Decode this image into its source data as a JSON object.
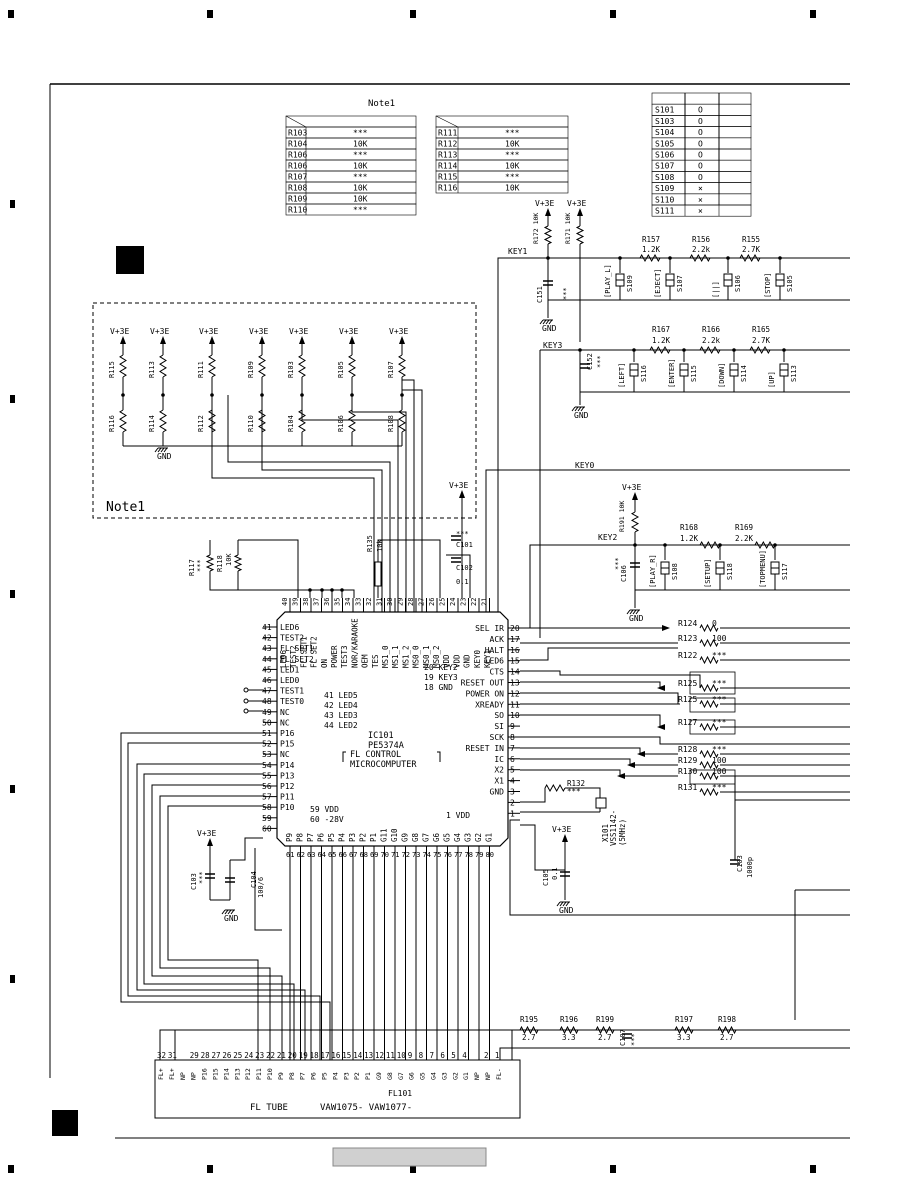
{
  "page": {
    "section_badge": "",
    "footer_badge": "",
    "note_label": "Note1"
  },
  "note_table_left": {
    "title": "Note1",
    "rows": [
      {
        "ref": "R103",
        "val": "***"
      },
      {
        "ref": "R104",
        "val": "10K"
      },
      {
        "ref": "R106",
        "val": "***"
      },
      {
        "ref": "R106",
        "val": "10K"
      },
      {
        "ref": "R107",
        "val": "***"
      },
      {
        "ref": "R108",
        "val": "10K"
      },
      {
        "ref": "R109",
        "val": "10K"
      },
      {
        "ref": "R110",
        "val": "***"
      }
    ]
  },
  "note_table_mid": {
    "rows": [
      {
        "ref": "R111",
        "val": "***"
      },
      {
        "ref": "R112",
        "val": "10K"
      },
      {
        "ref": "R113",
        "val": "***"
      },
      {
        "ref": "R114",
        "val": "10K"
      },
      {
        "ref": "R115",
        "val": "***"
      },
      {
        "ref": "R116",
        "val": "10K"
      }
    ]
  },
  "switch_table": {
    "rows": [
      {
        "sw": "S101",
        "mark": "O"
      },
      {
        "sw": "S103",
        "mark": "O"
      },
      {
        "sw": "S104",
        "mark": "O"
      },
      {
        "sw": "S105",
        "mark": "O"
      },
      {
        "sw": "S106",
        "mark": "O"
      },
      {
        "sw": "S107",
        "mark": "O"
      },
      {
        "sw": "S108",
        "mark": "O"
      },
      {
        "sw": "S109",
        "mark": "×"
      },
      {
        "sw": "S110",
        "mark": "×"
      },
      {
        "sw": "S111",
        "mark": "×"
      }
    ]
  },
  "power": {
    "vcc": "V+3E",
    "gnd": "GND"
  },
  "nets": {
    "key0": "KEY0",
    "key1": "KEY1",
    "key2": "KEY2",
    "key3": "KEY3"
  },
  "key_row1": {
    "resistors": [
      {
        "ref": "R157",
        "val": "1.2K"
      },
      {
        "ref": "R156",
        "val": "2.2k"
      },
      {
        "ref": "R155",
        "val": "2.7K"
      }
    ],
    "switches": [
      {
        "label": "[PLAY_L]",
        "ref": "S109"
      },
      {
        "label": "[EJECT]",
        "ref": "S107"
      },
      {
        "label": "[||]",
        "ref": "S106"
      },
      {
        "label": "[STOP]",
        "ref": "S105"
      }
    ],
    "cap": {
      "ref": "C151",
      "val": "***"
    },
    "pullups": [
      {
        "ref": "R172",
        "val": "10K"
      },
      {
        "ref": "R171",
        "val": "10K"
      }
    ]
  },
  "key_row2": {
    "resistors": [
      {
        "ref": "R167",
        "val": "1.2K"
      },
      {
        "ref": "R166",
        "val": "2.2k"
      },
      {
        "ref": "R165",
        "val": "2.7K"
      }
    ],
    "switches": [
      {
        "label": "[LEFT]",
        "ref": "S116"
      },
      {
        "label": "[ENTER]",
        "ref": "S115"
      },
      {
        "label": "[DOWN]",
        "ref": "S114"
      },
      {
        "label": "[UP]",
        "ref": "S113"
      }
    ],
    "cap": {
      "ref": "C152",
      "val": "***"
    }
  },
  "key_row3": {
    "resistors": [
      {
        "ref": "R168",
        "val": "1.2K"
      },
      {
        "ref": "R169",
        "val": "2.2K"
      }
    ],
    "switches": [
      {
        "label": "[PLAY_R]",
        "ref": "S108"
      },
      {
        "label": "[SETUP]",
        "ref": "S118"
      },
      {
        "label": "[TOPMENU]",
        "ref": "S117"
      }
    ],
    "cap": {
      "ref": "C106",
      "val": "***"
    },
    "pullup": {
      "ref": "R191",
      "val": "10K"
    }
  },
  "note1_resistors": {
    "top": [
      "R115",
      "R113",
      "R111",
      "R109",
      "R103",
      "R105",
      "R107"
    ],
    "bottom": [
      "R116",
      "R114",
      "R112",
      "R110",
      "R104",
      "R106",
      "R108"
    ]
  },
  "ic": {
    "ref": "IC101",
    "part": "PE5374A",
    "title1": "FL CONTROL",
    "title2": "MICROCOMPUTER",
    "left_pins": [
      {
        "n": "41",
        "name": "LED6"
      },
      {
        "n": "42",
        "name": "TEST2"
      },
      {
        "n": "43",
        "name": "FL SET1"
      },
      {
        "n": "44",
        "name": "FL SET2"
      },
      {
        "n": "45",
        "name": "LED1"
      },
      {
        "n": "46",
        "name": "LED0"
      },
      {
        "n": "47",
        "name": "TEST1"
      },
      {
        "n": "48",
        "name": "TEST0"
      },
      {
        "n": "49",
        "name": "NC"
      },
      {
        "n": "50",
        "name": "NC"
      },
      {
        "n": "51",
        "name": "P16"
      },
      {
        "n": "52",
        "name": "P15"
      },
      {
        "n": "53",
        "name": "NC"
      },
      {
        "n": "54",
        "name": "P14"
      },
      {
        "n": "55",
        "name": "P13"
      },
      {
        "n": "56",
        "name": "P12"
      },
      {
        "n": "57",
        "name": "P11"
      },
      {
        "n": "58",
        "name": "P10"
      },
      {
        "n": "59",
        "name": ""
      },
      {
        "n": "60",
        "name": ""
      }
    ],
    "right_pins": [
      {
        "n": "20",
        "name": "SEL IR"
      },
      {
        "n": "17",
        "name": "ACK"
      },
      {
        "n": "16",
        "name": "HALT"
      },
      {
        "n": "15",
        "name": "LED6"
      },
      {
        "n": "14",
        "name": "CTS"
      },
      {
        "n": "13",
        "name": "RESET OUT"
      },
      {
        "n": "12",
        "name": "POWER ON"
      },
      {
        "n": "11",
        "name": "XREADY"
      },
      {
        "n": "10",
        "name": "SO"
      },
      {
        "n": "9",
        "name": "SI"
      },
      {
        "n": "8",
        "name": "SCK"
      },
      {
        "n": "7",
        "name": "RESET IN"
      },
      {
        "n": "6",
        "name": "IC"
      },
      {
        "n": "5",
        "name": "X2"
      },
      {
        "n": "4",
        "name": "X1"
      },
      {
        "n": "3",
        "name": "GND"
      },
      {
        "n": "2",
        "name": ""
      },
      {
        "n": "1",
        "name": ""
      }
    ],
    "top_pins": [
      "40",
      "39",
      "38",
      "37",
      "36",
      "35",
      "34",
      "33",
      "32",
      "31",
      "30",
      "29",
      "28",
      "27",
      "26",
      "25",
      "24",
      "23",
      "22",
      "21"
    ],
    "top_names": [
      "LED6",
      "TEST2",
      "FL SET1",
      "FL SET2",
      "ON",
      "POWER",
      "TEST3",
      "NOR/KARAOKE",
      "OEM",
      "TES",
      "MS1_0",
      "MS1_1",
      "MS1_2",
      "MS0_0",
      "MS0_1",
      "MS0_2",
      "VDD",
      "VDD",
      "GND",
      "KEY0",
      "KEY1"
    ],
    "bottom_pins": [
      "61",
      "62",
      "63",
      "64",
      "65",
      "66",
      "67",
      "68",
      "69",
      "70",
      "71",
      "72",
      "73",
      "74",
      "75",
      "76",
      "77",
      "78",
      "79",
      "80"
    ],
    "bottom_names": [
      "P9",
      "P8",
      "P7",
      "P6",
      "P5",
      "P4",
      "P3",
      "P2",
      "P1",
      "G11",
      "G10",
      "G9",
      "G8",
      "G7",
      "G6",
      "G5",
      "G4",
      "G3",
      "G2",
      "G1"
    ],
    "inner": [
      "20 KEY2",
      "19 KEY3",
      "18 GND",
      "41 LED5",
      "42 LED4",
      "43 LED3",
      "44 LED2",
      "59 VDD",
      "60 -28V",
      "1 VDD"
    ]
  },
  "right_resistors": [
    {
      "ref": "R124",
      "val": "0"
    },
    {
      "ref": "R123",
      "val": "100"
    },
    {
      "ref": "R122",
      "val": "***"
    },
    {
      "ref": "R125",
      "val": "***"
    },
    {
      "ref": "R125",
      "val": "***"
    },
    {
      "ref": "R127",
      "val": "***"
    },
    {
      "ref": "R128",
      "val": "***"
    },
    {
      "ref": "R129",
      "val": "100"
    },
    {
      "ref": "R130",
      "val": "100"
    },
    {
      "ref": "R131",
      "val": "***"
    }
  ],
  "misc": {
    "r117": {
      "ref": "R117",
      "val": "***"
    },
    "r118": {
      "ref": "R118",
      "val": "10K"
    },
    "r135": {
      "ref": "R135",
      "val": "10k"
    },
    "c101": {
      "ref": "C101",
      "val": "***"
    },
    "c102": {
      "ref": "C102",
      "val": "0.1"
    },
    "r132": {
      "ref": "R132",
      "val": "***"
    },
    "crystal": {
      "ref": "X101",
      "part": "VSS1142-",
      "freq": "(5MHz)"
    },
    "c105": {
      "ref": "C105",
      "val": "0.1"
    },
    "c103": {
      "ref": "C103",
      "val": "1000p"
    },
    "c108": {
      "ref": "C103",
      "val": "***"
    },
    "c104": {
      "ref": "C104",
      "val": "100/6"
    }
  },
  "bottom_resistors": [
    {
      "ref": "R195",
      "val": "2.7"
    },
    {
      "ref": "R196",
      "val": "3.3"
    },
    {
      "ref": "R199",
      "val": "2.7"
    },
    {
      "ref": "C107",
      "val": "***"
    },
    {
      "ref": "R197",
      "val": "3.3"
    },
    {
      "ref": "R198",
      "val": "2.7"
    }
  ],
  "fl_tube": {
    "ref": "FL101",
    "title": "FL TUBE",
    "part": "VAW1075-  VAW1077-",
    "pins": [
      "32",
      "31",
      "",
      "29",
      "28",
      "27",
      "26",
      "25",
      "24",
      "23",
      "22",
      "21",
      "20",
      "19",
      "18",
      "17",
      "16",
      "15",
      "14",
      "13",
      "12",
      "11",
      "10",
      "9",
      "8",
      "7",
      "6",
      "5",
      "4",
      "",
      "2",
      "1"
    ],
    "names": [
      "FL+",
      "FL+",
      "NP",
      "NP",
      "P16",
      "P15",
      "P14",
      "P13",
      "P12",
      "P11",
      "P10",
      "P9",
      "P8",
      "P7",
      "P6",
      "P5",
      "P4",
      "P3",
      "P2",
      "P1",
      "G9",
      "G8",
      "G7",
      "G6",
      "G5",
      "G4",
      "G3",
      "G2",
      "G1",
      "NP",
      "NP",
      "FL-",
      "FL-"
    ]
  }
}
